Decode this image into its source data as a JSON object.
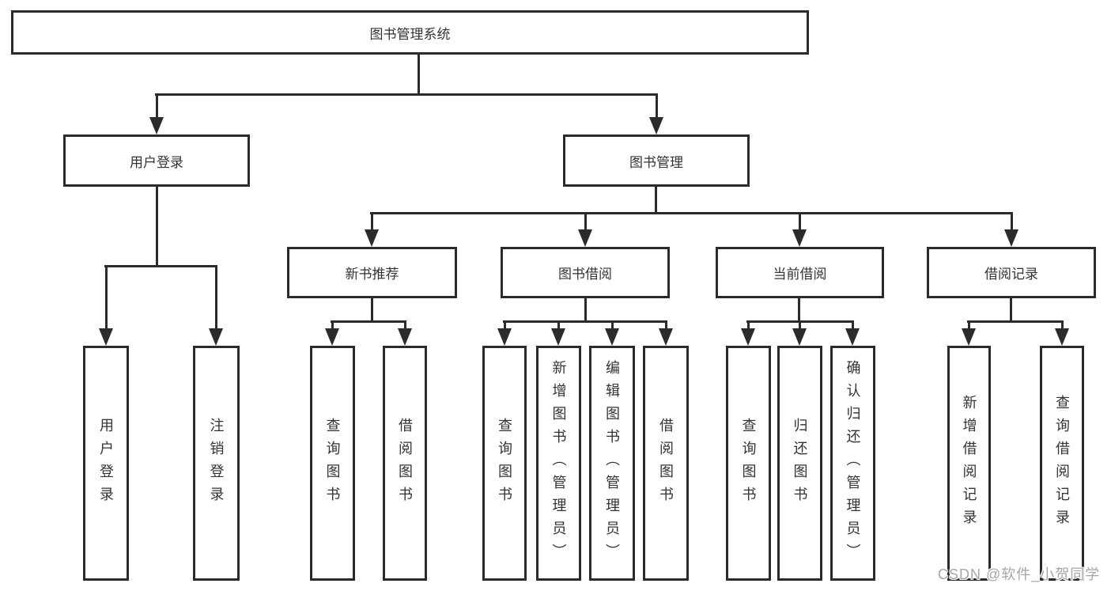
{
  "page": {
    "background": "#ffffff"
  },
  "diagram": {
    "tree": {
      "label": "图书管理系统",
      "children": [
        {
          "label": "用户登录",
          "children": [
            {
              "label": "用户登录"
            },
            {
              "label": "注销登录"
            }
          ]
        },
        {
          "label": "图书管理",
          "children": [
            {
              "label": "新书推荐",
              "children": [
                {
                  "label": "查询图书"
                },
                {
                  "label": "借阅图书"
                }
              ]
            },
            {
              "label": "图书借阅",
              "children": [
                {
                  "label": "查询图书"
                },
                {
                  "label": "新增图书（管理员）"
                },
                {
                  "label": "编辑图书（管理员）"
                },
                {
                  "label": "借阅图书"
                }
              ]
            },
            {
              "label": "当前借阅",
              "children": [
                {
                  "label": "查询图书"
                },
                {
                  "label": "归还图书"
                },
                {
                  "label": "确认归还（管理员）"
                }
              ]
            },
            {
              "label": "借阅记录",
              "children": [
                {
                  "label": "新增借阅记录"
                },
                {
                  "label": "查询借阅记录"
                }
              ]
            }
          ]
        }
      ]
    },
    "colors": {
      "line": "#2b2b2b",
      "text": "#333333",
      "box_fill": "#ffffff"
    }
  },
  "watermark": {
    "text": "CSDN @软件_小贺同学",
    "color": "#a6a6a6"
  }
}
